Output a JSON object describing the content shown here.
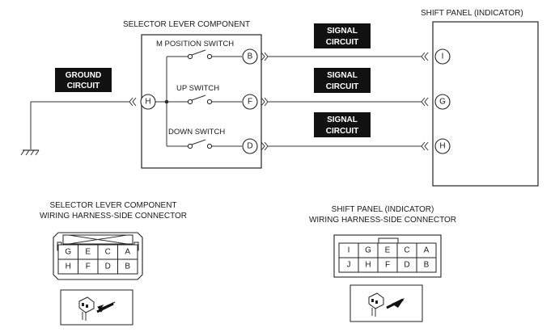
{
  "components": {
    "selector_lever": "SELECTOR LEVER COMPONENT",
    "shift_panel": "SHIFT PANEL (INDICATOR)"
  },
  "badges": {
    "ground": [
      "GROUND",
      "CIRCUIT"
    ],
    "signal": [
      "SIGNAL",
      "CIRCUIT"
    ]
  },
  "switches": {
    "m_position": "M POSITION SWITCH",
    "up": "UP SWITCH",
    "down": "DOWN SWITCH"
  },
  "selector_pins": {
    "ground": "H",
    "m_position": "B",
    "up": "F",
    "down": "D"
  },
  "panel_pins": {
    "m_position": "I",
    "up": "G",
    "down": "H"
  },
  "connectors": {
    "selector": {
      "title": [
        "SELECTOR LEVER COMPONENT",
        "WIRING HARNESS-SIDE CONNECTOR"
      ],
      "rows": [
        [
          "G",
          "E",
          "C",
          "A"
        ],
        [
          "H",
          "F",
          "D",
          "B"
        ]
      ]
    },
    "panel": {
      "title": [
        "SHIFT PANEL (INDICATOR)",
        "WIRING HARNESS-SIDE CONNECTOR"
      ],
      "rows": [
        [
          "I",
          "G",
          "E",
          "C",
          "A"
        ],
        [
          "J",
          "H",
          "F",
          "D",
          "B"
        ]
      ]
    }
  }
}
